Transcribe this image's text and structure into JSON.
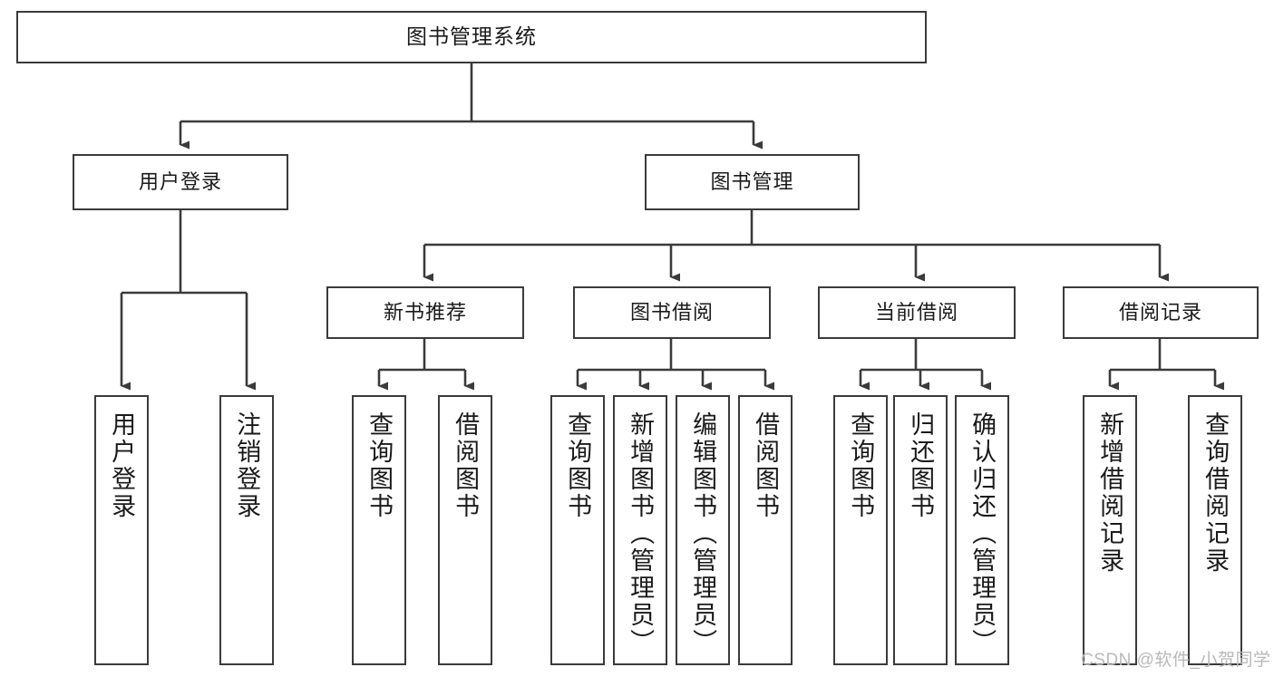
{
  "diagram": {
    "title": "图书管理系统",
    "type": "tree",
    "root": {
      "label": "图书管理系统"
    },
    "level2": [
      {
        "label": "用户登录"
      },
      {
        "label": "图书管理"
      }
    ],
    "level3": [
      {
        "label": "新书推荐"
      },
      {
        "label": "图书借阅"
      },
      {
        "label": "当前借阅"
      },
      {
        "label": "借阅记录"
      }
    ],
    "leaves": {
      "user_login": [
        {
          "label": "用户登录"
        },
        {
          "label": "注销登录"
        }
      ],
      "new_book_recommend": [
        {
          "label": "查询图书"
        },
        {
          "label": "借阅图书"
        }
      ],
      "book_borrow": [
        {
          "label": "查询图书"
        },
        {
          "label": "新增图书（管理员）"
        },
        {
          "label": "编辑图书（管理员）"
        },
        {
          "label": "借阅图书"
        }
      ],
      "current_borrow": [
        {
          "label": "查询图书"
        },
        {
          "label": "归还图书"
        },
        {
          "label": "确认归还（管理员）"
        }
      ],
      "borrow_record": [
        {
          "label": "新增借阅记录"
        },
        {
          "label": "查询借阅记录"
        }
      ]
    }
  },
  "watermark": {
    "text": "CSDN @软件_小贺同学"
  },
  "colors": {
    "stroke": "#3b3b3b",
    "background": "#ffffff",
    "text": "#1a1a1a",
    "watermark": "#b9b9b9"
  }
}
